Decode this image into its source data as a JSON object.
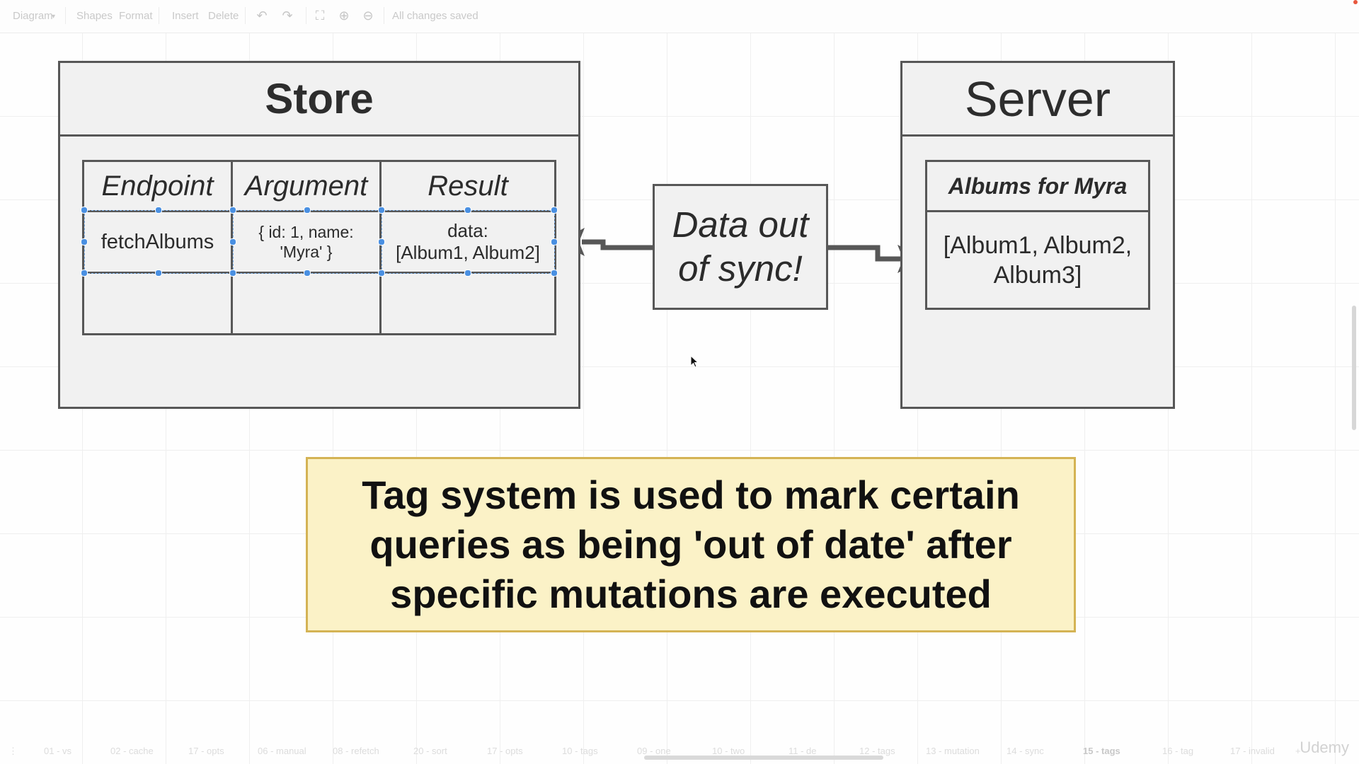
{
  "toolbar": {
    "diagram_menu": "Diagram",
    "shapes": "Shapes",
    "format": "Format",
    "insert": "Insert",
    "delete": "Delete",
    "status": "All changes saved",
    "icons": [
      "undo-icon",
      "redo-icon",
      "fullscreen-icon",
      "zoom-in-icon",
      "zoom-out-icon"
    ]
  },
  "store": {
    "title": "Store",
    "columns": [
      "Endpoint",
      "Argument",
      "Result"
    ],
    "row": {
      "endpoint": "fetchAlbums",
      "argument_line1": "{ id: 1, name:",
      "argument_line2": "'Myra' }",
      "result_line1": "data:",
      "result_line2": "[Album1, Album2]"
    }
  },
  "sync": {
    "line1": "Data out",
    "line2": "of sync!"
  },
  "server": {
    "title": "Server",
    "header": "Albums for Myra",
    "line1": "[Album1, Album2,",
    "line2": "Album3]"
  },
  "note": {
    "line1": "Tag system is used to mark certain",
    "line2": "queries as being 'out of date' after",
    "line3": "specific mutations are executed"
  },
  "pages": [
    "01 - vs",
    "02 - cache",
    "17 - opts",
    "06 - manual",
    "08 - refetch",
    "20 - sort",
    "17 - opts",
    "10 - tags",
    "09 - one",
    "10 - two",
    "11 - de",
    "12 - tags",
    "13 - mutation",
    "14 - sync",
    "15 - tags",
    "16 - tag",
    "17 - invalid"
  ],
  "active_page": "15 - tags",
  "brand": "Udemy",
  "colors": {
    "stroke": "#575757",
    "box_fill": "#f1f1f1",
    "note_fill": "#fbf2c7",
    "note_border": "#d4b354",
    "selection": "#4a90e2"
  }
}
